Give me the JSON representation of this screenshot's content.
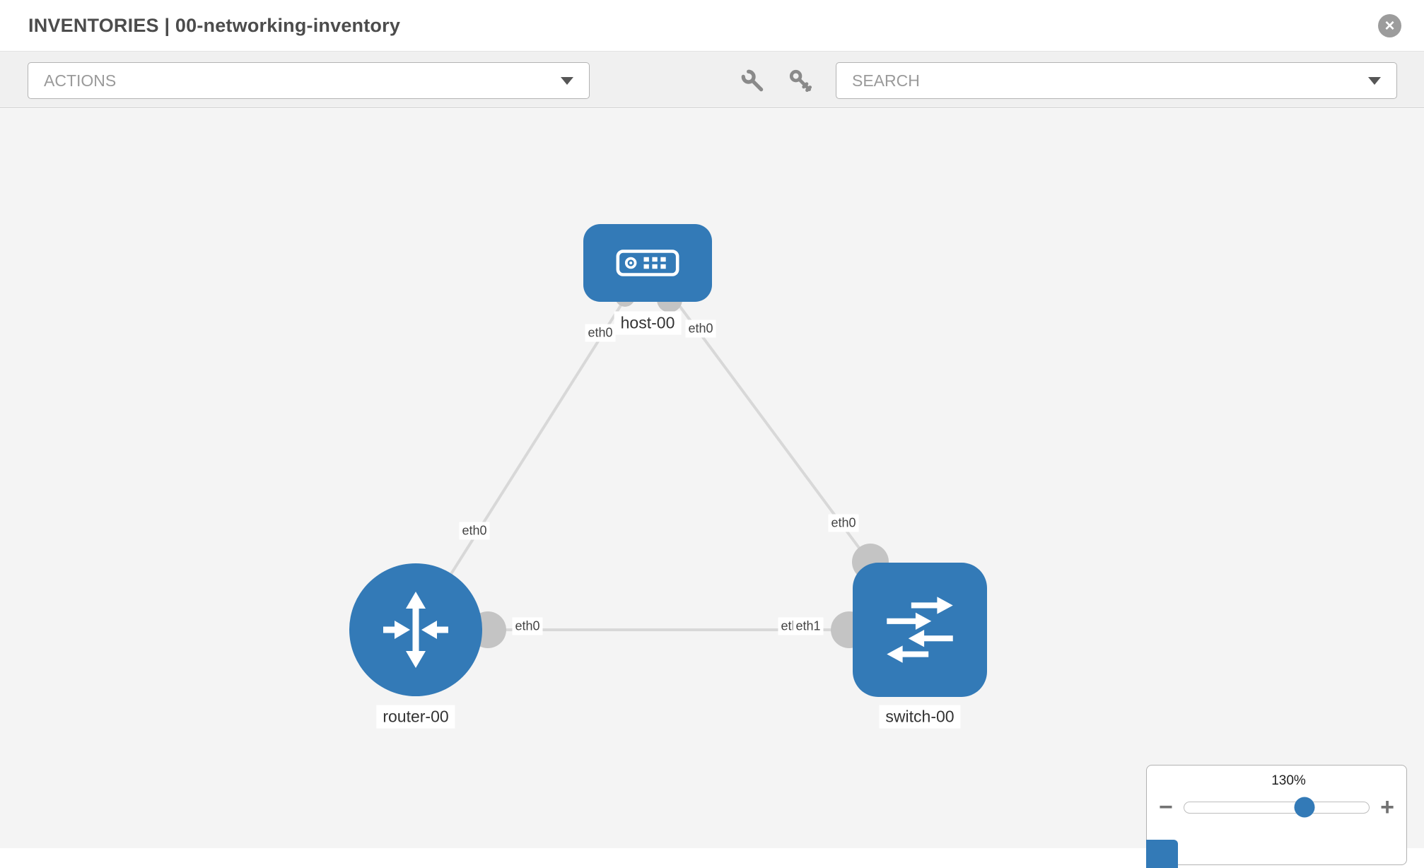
{
  "header": {
    "title": "INVENTORIES | 00-networking-inventory",
    "close_label": "×"
  },
  "toolbar": {
    "actions_label": "ACTIONS",
    "search_label": "SEARCH"
  },
  "topology": {
    "nodes": [
      {
        "id": "host-00",
        "type": "host",
        "label": "host-00"
      },
      {
        "id": "router-00",
        "type": "router",
        "label": "router-00"
      },
      {
        "id": "switch-00",
        "type": "switch",
        "label": "switch-00"
      }
    ],
    "links": [
      {
        "source": "host-00",
        "target": "router-00",
        "source_interface": "eth0",
        "target_interface": "eth0"
      },
      {
        "source": "host-00",
        "target": "switch-00",
        "source_interface": "eth0",
        "target_interface": "eth0"
      },
      {
        "source": "router-00",
        "target": "switch-00",
        "source_interface": "eth0",
        "target_interface": "eth1"
      }
    ],
    "iface_labels": [
      {
        "text": "eth0"
      },
      {
        "text": "eth0"
      },
      {
        "text": "eth0"
      },
      {
        "text": "eth0"
      },
      {
        "text": "eth0"
      },
      {
        "text": "eth0"
      },
      {
        "text": "eth1"
      }
    ]
  },
  "zoom": {
    "level": "130%",
    "zoom_out_label": "−",
    "zoom_in_label": "+"
  },
  "colors": {
    "node_blue": "#337ab7",
    "link_gray": "#d8d8d8",
    "endpoint_gray": "#c4c4c4",
    "canvas_bg": "#f4f4f4"
  }
}
